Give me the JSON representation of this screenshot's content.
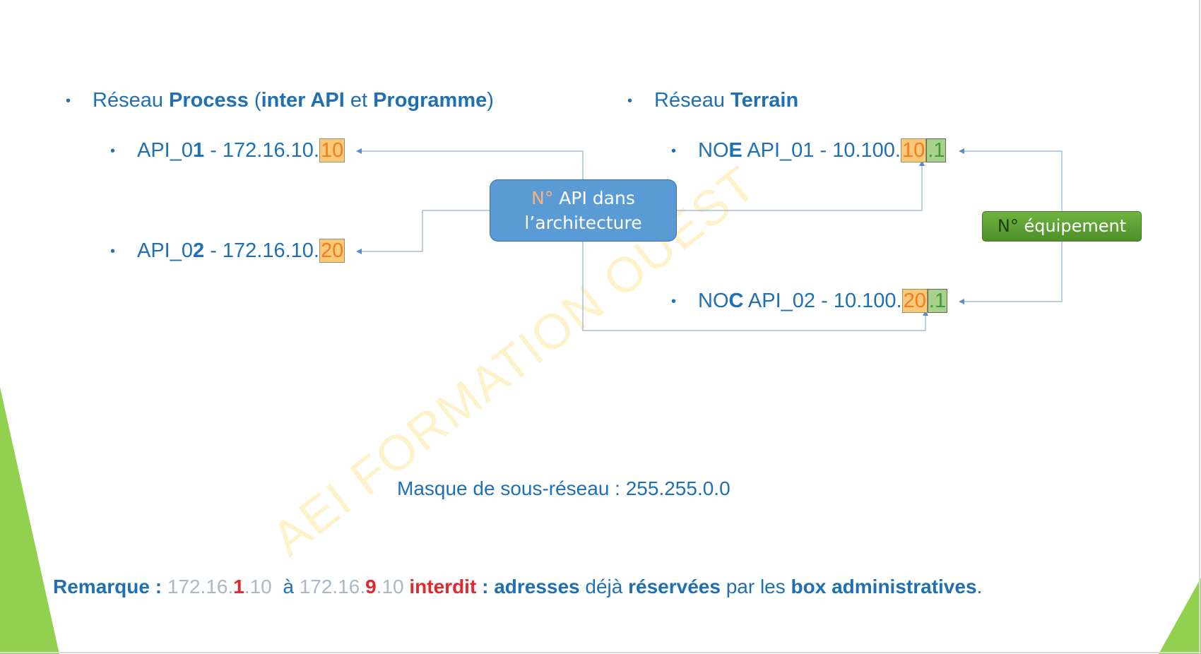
{
  "left_heading": {
    "pre": "Réseau ",
    "b1": "Process",
    "mid1": " (",
    "b2": "inter API",
    "mid2": " et ",
    "b3": "Programme",
    "post": ")"
  },
  "right_heading": {
    "pre": "Réseau ",
    "b1": "Terrain"
  },
  "api1": {
    "pre": "API_0",
    "bold": "1",
    "addr": " - 172.16.10.",
    "hl": "10"
  },
  "api2": {
    "pre": "API_0",
    "bold": "2",
    "addr": " - 172.16.10.",
    "hl": "20"
  },
  "noe": {
    "pre": "NO",
    "bold": "E",
    "rest": " API_01 - 10.100.",
    "hl1": "10",
    "dot": ".",
    "hl2": "1"
  },
  "noc": {
    "pre": "NO",
    "bold": "C",
    "rest": " API_02 - 10.100.",
    "hl1": "20",
    "dot": ".",
    "hl2": "1"
  },
  "api_box": {
    "n": "N°",
    "line1": " API dans",
    "line2": "l’architecture"
  },
  "equip_box": {
    "n": "N°",
    "label": " équipement"
  },
  "mask": "Masque de sous-réseau : 255.255.0.0",
  "remark": {
    "label": "Remarque :",
    "a_pre": "172.16.",
    "a_red": "1",
    "a_post": ".10",
    "to": "à",
    "b_pre": "172.16.",
    "b_red": "9",
    "b_post": ".10",
    "forbidden": "interdit",
    "colon": " : ",
    "w1": "adresses",
    "w2": " déjà ",
    "w3": "réservées",
    "w4": " par les ",
    "w5": "box administratives",
    "w6": "."
  },
  "watermark": "AEI   FORMATION   OUEST",
  "colors": {
    "text": "#1f6fb4",
    "highlight_orange": "#f9c97a",
    "highlight_green": "#a9d18e",
    "box_blue": "#5b9bd5",
    "box_green": "#5aa135",
    "accent_green": "#92d050",
    "red": "#e5262a"
  }
}
